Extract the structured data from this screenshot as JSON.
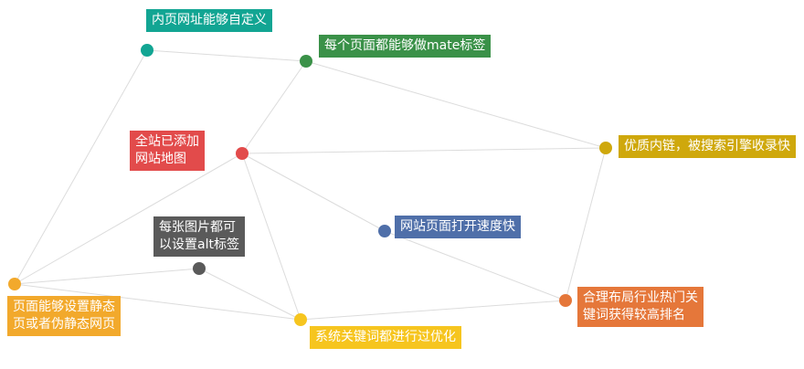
{
  "nodes": [
    {
      "id": "n1",
      "text": "内页网址能够自定义",
      "color": "#12a593"
    },
    {
      "id": "n2",
      "text": "每个页面都能够做mate标签",
      "color": "#3a9148"
    },
    {
      "id": "n3",
      "text": "全站已添加\n网站地图",
      "color": "#e24b4b"
    },
    {
      "id": "n4",
      "text": "优质内链，被搜索引擎收录快",
      "color": "#cfa80c"
    },
    {
      "id": "n5",
      "text": "每张图片都可\n以设置alt标签",
      "color": "#5a5a5a"
    },
    {
      "id": "n6",
      "text": "网站页面打开速度快",
      "color": "#4f6fa9"
    },
    {
      "id": "n7",
      "text": "页面能够设置静态\n页或者伪静态网页",
      "color": "#f2a92c"
    },
    {
      "id": "n8",
      "text": "合理布局行业热门关\n键词获得较高排名",
      "color": "#e5773a"
    },
    {
      "id": "n9",
      "text": "系统关键词都进行过优化",
      "color": "#f6c51f"
    }
  ],
  "edges": [
    [
      "n1",
      "n2"
    ],
    [
      "n1",
      "n7"
    ],
    [
      "n2",
      "n4"
    ],
    [
      "n2",
      "n3"
    ],
    [
      "n3",
      "n4"
    ],
    [
      "n3",
      "n6"
    ],
    [
      "n3",
      "n7"
    ],
    [
      "n3",
      "n9"
    ],
    [
      "n4",
      "n8"
    ],
    [
      "n6",
      "n8"
    ],
    [
      "n8",
      "n9"
    ],
    [
      "n7",
      "n5"
    ],
    [
      "n7",
      "n9"
    ],
    [
      "n5",
      "n9"
    ]
  ]
}
